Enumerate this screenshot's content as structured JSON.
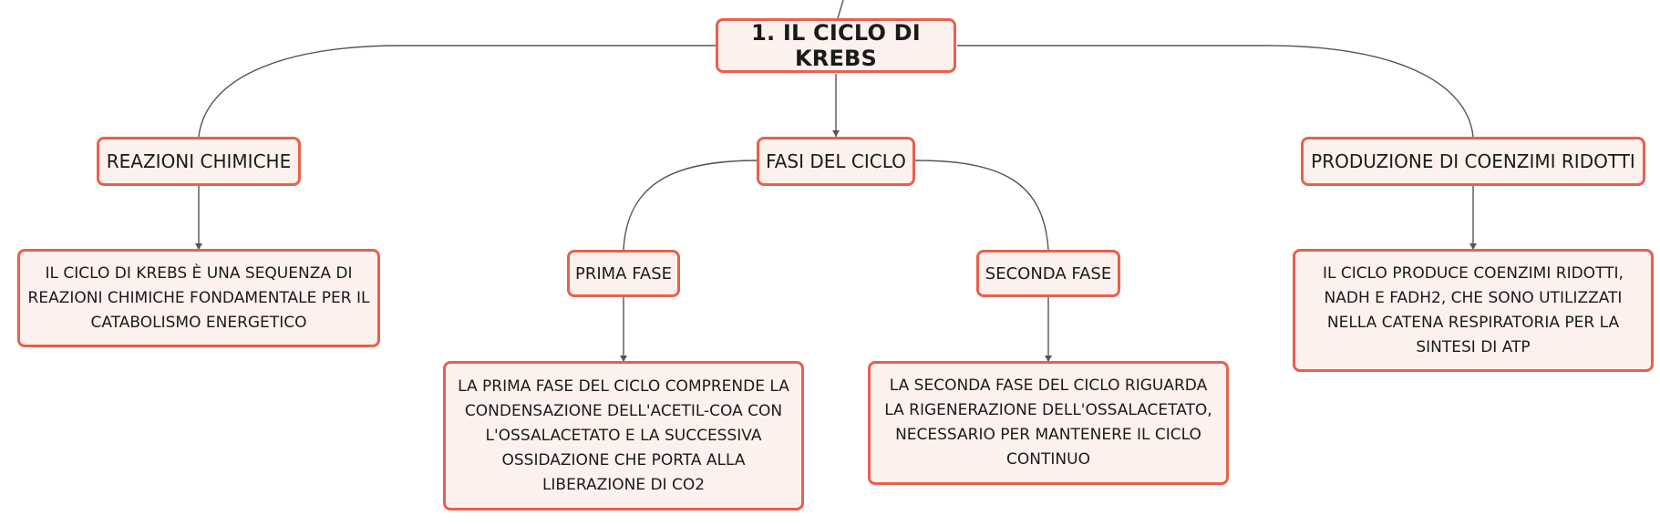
{
  "diagram": {
    "root": "1. IL CICLO DI KREBS",
    "branches": [
      {
        "label": "REAZIONI CHIMICHE",
        "detail": "IL CICLO DI KREBS È UNA SEQUENZA DI REAZIONI CHIMICHE FONDAMENTALE PER IL CATABOLISMO ENERGETICO"
      },
      {
        "label": "FASI DEL CICLO",
        "phases": [
          {
            "label": "PRIMA FASE",
            "detail": "LA PRIMA FASE DEL CICLO COMPRENDE LA CONDENSAZIONE DELL'ACETIL-COA CON L'OSSALACETATO E LA SUCCESSIVA OSSIDAZIONE CHE PORTA ALLA LIBERAZIONE DI CO2"
          },
          {
            "label": "SECONDA FASE",
            "detail": "LA SECONDA FASE DEL CICLO RIGUARDA LA RIGENERAZIONE DELL'OSSALACETATO, NECESSARIO PER MANTENERE IL CICLO CONTINUO"
          }
        ]
      },
      {
        "label": "PRODUZIONE DI COENZIMI RIDOTTI",
        "detail": "IL CICLO PRODUCE COENZIMI RIDOTTI, NADH E FADH2, CHE SONO UTILIZZATI NELLA CATENA RESPIRATORIA PER LA SINTESI DI ATP"
      }
    ]
  },
  "colors": {
    "node_border": "#e9604c",
    "node_fill": "#fdf1ed",
    "connector": "#555555"
  }
}
